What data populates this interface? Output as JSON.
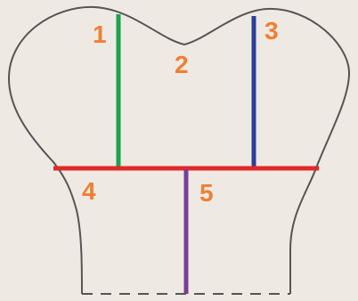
{
  "colors": {
    "background": "#efe9e3",
    "outline": "#555555",
    "label": "#f07f33",
    "line_1": "#1ea34a",
    "line_3": "#2b3f97",
    "line_4": "#e02a2a",
    "line_5": "#7a3f96"
  },
  "labels": {
    "l1": "1",
    "l2": "2",
    "l3": "3",
    "l4": "4",
    "l5": "5"
  }
}
